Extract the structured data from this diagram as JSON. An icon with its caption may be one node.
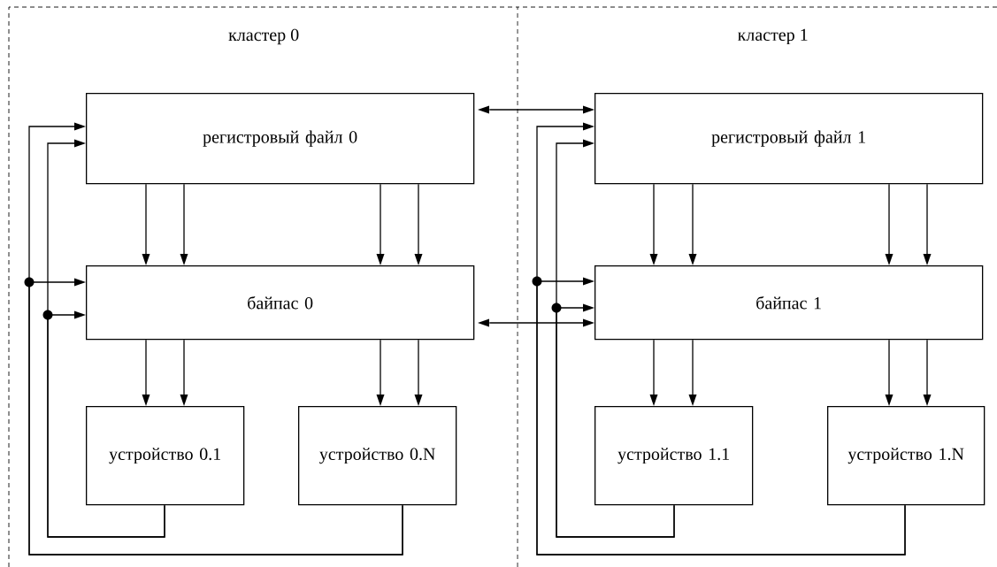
{
  "diagram": {
    "nodes": [
      {
        "text": [
          "кластер 0"
        ]
      },
      {
        "text": [
          "регистровый файл 0"
        ],
        "in": 0
      },
      {
        "text": [
          "байпас 0"
        ],
        "in": 0
      },
      {
        "text": [
          "устройство 0.1"
        ],
        "in": 0
      },
      {
        "text": [
          "устройство 0.N"
        ],
        "in": 0
      },
      {
        "text": [
          "кластер 1"
        ]
      },
      {
        "text": [
          "регистровый файл 1"
        ],
        "in": 5
      },
      {
        "text": [
          "байпас 1"
        ],
        "in": 5
      },
      {
        "text": [
          "устройство 1.1"
        ],
        "in": 5
      },
      {
        "text": [
          "устройство 1.N"
        ],
        "in": 5
      }
    ],
    "edges": [
      {
        "from": 1,
        "to": 2,
        "arrow": "to"
      },
      {
        "from": 1,
        "to": 2,
        "arrow": "to"
      },
      {
        "from": 1,
        "to": 2,
        "arrow": "to"
      },
      {
        "from": 1,
        "to": 2,
        "arrow": "to"
      },
      {
        "from": 2,
        "to": 3,
        "arrow": "to"
      },
      {
        "from": 2,
        "to": 3,
        "arrow": "to"
      },
      {
        "from": 2,
        "to": 4,
        "arrow": "to"
      },
      {
        "from": 2,
        "to": 4,
        "arrow": "to"
      },
      {
        "from": 3,
        "to": 1,
        "arrow": "to"
      },
      {
        "from": 3,
        "to": 2,
        "arrow": "to"
      },
      {
        "from": 4,
        "to": 1,
        "arrow": "to"
      },
      {
        "from": 4,
        "to": 2,
        "arrow": "to"
      },
      {
        "from": 6,
        "to": 7,
        "arrow": "to"
      },
      {
        "from": 6,
        "to": 7,
        "arrow": "to"
      },
      {
        "from": 6,
        "to": 7,
        "arrow": "to"
      },
      {
        "from": 6,
        "to": 7,
        "arrow": "to"
      },
      {
        "from": 7,
        "to": 8,
        "arrow": "to"
      },
      {
        "from": 7,
        "to": 8,
        "arrow": "to"
      },
      {
        "from": 7,
        "to": 9,
        "arrow": "to"
      },
      {
        "from": 7,
        "to": 9,
        "arrow": "to"
      },
      {
        "from": 8,
        "to": 6,
        "arrow": "to"
      },
      {
        "from": 8,
        "to": 7,
        "arrow": "to"
      },
      {
        "from": 9,
        "to": 6,
        "arrow": "to"
      },
      {
        "from": 9,
        "to": 7,
        "arrow": "to"
      },
      {
        "from": 1,
        "to": 6,
        "arrow": "both"
      },
      {
        "from": 2,
        "to": 7,
        "arrow": "both"
      }
    ]
  }
}
